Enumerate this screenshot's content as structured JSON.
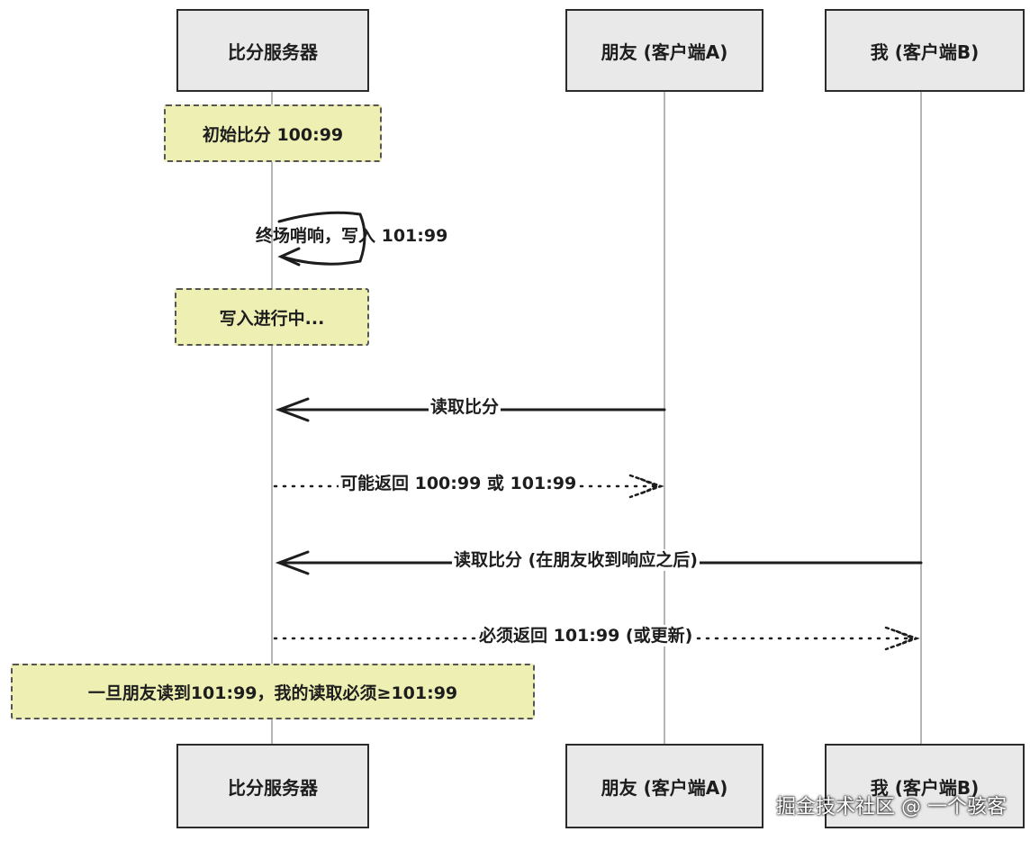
{
  "participants": [
    {
      "id": "server",
      "label": "比分服务器"
    },
    {
      "id": "friend",
      "label": "朋友 (客户端A)"
    },
    {
      "id": "me",
      "label": "我 (客户端B)"
    }
  ],
  "notes": {
    "initial": "初始比分 100:99",
    "writing": "写入进行中...",
    "guarantee": "一旦朋友读到101:99，我的读取必须≥101:99"
  },
  "messages": {
    "self_write": "终场哨响，写入 101:99",
    "friend_read": "读取比分",
    "friend_return": "可能返回 100:99 或 101:99",
    "me_read": "读取比分 (在朋友收到响应之后)",
    "me_return": "必须返回 101:99 (或更新)"
  },
  "watermark": "掘金技术社区 @ 一个骇客"
}
